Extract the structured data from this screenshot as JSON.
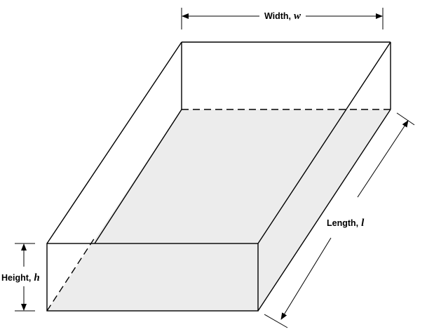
{
  "diagram": {
    "labels": {
      "width": {
        "name": "Width,",
        "var": "w"
      },
      "length": {
        "name": "Length,",
        "var": "l"
      },
      "height": {
        "name": "Height,",
        "var": "h"
      }
    },
    "colors": {
      "stroke": "#000000",
      "bottom_fill": "#ececec",
      "background": "#ffffff"
    }
  }
}
